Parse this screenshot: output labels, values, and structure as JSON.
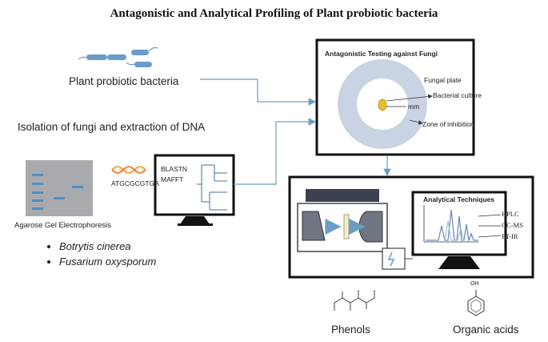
{
  "title": "Antagonistic and Analytical Profiling of Plant probiotic bacteria",
  "probiotic_label": "Plant probiotic bacteria",
  "isolation_label": "Isolation of fungi and extraction of DNA",
  "gel_label": "Agarose Gel Electrophoresis",
  "dna_sequence": "ATGCGCGTGA",
  "monitor_tools": [
    "BLASTN",
    "MAFFT"
  ],
  "fungi": [
    "Botrytis cinerea",
    "Fusarium oxysporum"
  ],
  "antagonistic": {
    "title": "Antagonistic Testing against Fungi",
    "fungal_plate": "Fungal plate",
    "bacterial_culture": "Bacterial culture",
    "mm": "mm",
    "zone": "Zone of inhibition"
  },
  "analytical": {
    "title": "Analytical Techniques",
    "techniques": [
      "HPLC",
      "GC-MS",
      "FT-IR"
    ]
  },
  "products": {
    "phenols": "Phenols",
    "organic_acids": "Organic acids",
    "oh_label": "OH"
  },
  "colors": {
    "arrow": "#6a9ec4",
    "plate_ring": "#c9d3e3",
    "colony": "#e8c02a",
    "gel_bg": "#a9aaad",
    "gel_band": "#4f8fc4",
    "bacteria": "#6d9bcb",
    "instrument": "#6f7583"
  }
}
